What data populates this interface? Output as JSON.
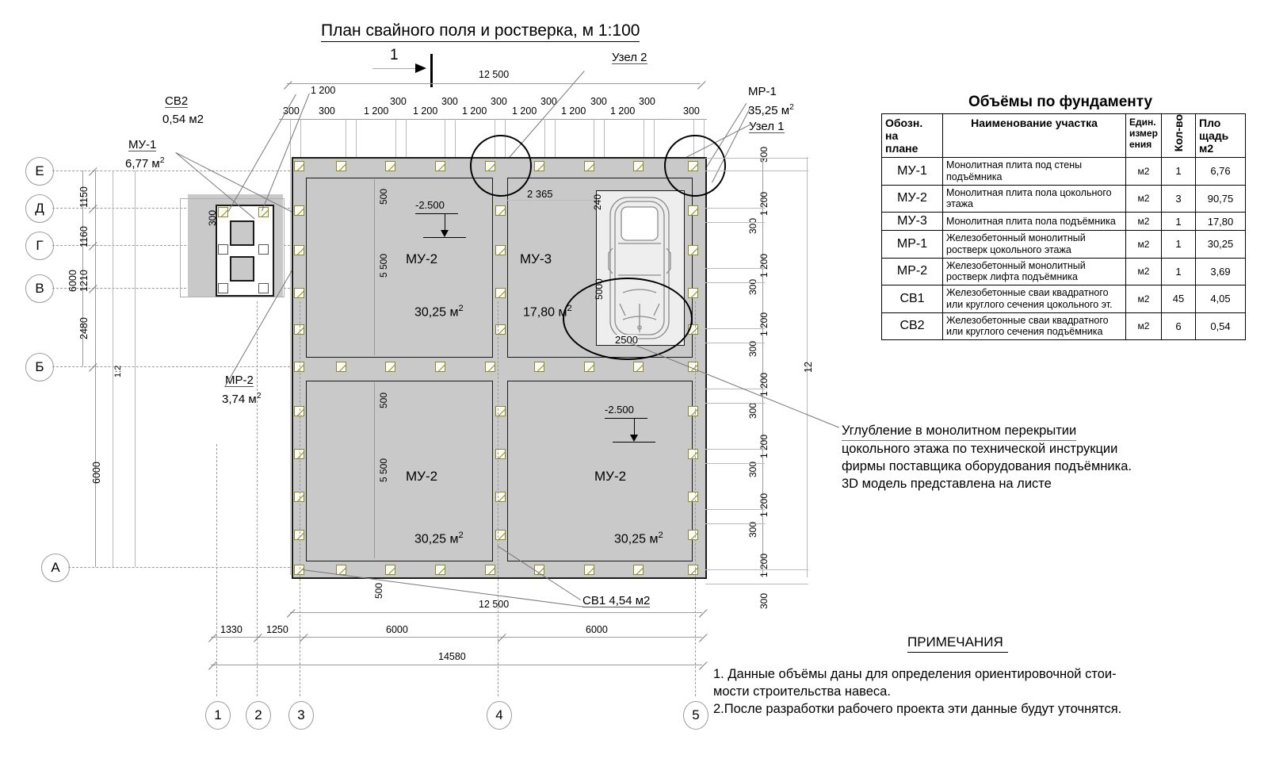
{
  "title": "План свайного поля и роcтверка, м 1:100",
  "section_marker": "1",
  "nodes": {
    "node2": "Узел 2",
    "node1": "Узел 1"
  },
  "plan_labels": {
    "sv2": {
      "code": "СВ2",
      "area": "0,54 м2"
    },
    "mu1": {
      "code": "МУ-1",
      "area": "6,77 м",
      "sup": "2"
    },
    "mr2": {
      "code": "МР-2",
      "area": "3,74 м",
      "sup": "2"
    },
    "mr1": {
      "code": "МР-1",
      "area": "35,25 м",
      "sup": "2"
    },
    "sv1": {
      "text": "СВ1  4,54 м2"
    }
  },
  "rooms": [
    {
      "code": "МУ-2",
      "area": "30,25 м",
      "sup": "2",
      "level": "-2.500",
      "v_dim_a": "500",
      "v_dim_b": "5 500"
    },
    {
      "code": "МУ-3",
      "area": "17,80 м",
      "sup": "2",
      "dim_top": "2 365",
      "dim_left": "5000",
      "dim_car_w": "240"
    },
    {
      "code": "МУ-2",
      "area": "30,25 м",
      "sup": "2",
      "v_dim_a": "500",
      "v_dim_b": "5 500"
    },
    {
      "code": "МУ-2",
      "area": "30,25 м",
      "sup": "2",
      "level": "-2.500"
    }
  ],
  "car": {
    "width_dim": "2500",
    "depth_dim": "5000",
    "offset_dim": "240"
  },
  "axes_vertical": [
    "Е",
    "Д",
    "Г",
    "В",
    "Б",
    "А"
  ],
  "axes_horizontal": [
    "1",
    "2",
    "3",
    "4",
    "5"
  ],
  "dims": {
    "top_overall": "12 500",
    "top_first": "1 200",
    "top_chain_300": [
      "300",
      "300",
      "300",
      "300",
      "300",
      "300",
      "300",
      "300",
      "300"
    ],
    "top_chain_1200": [
      "1 200",
      "1 200",
      "1 200",
      "1 200",
      "1 200",
      "1 200",
      "1 200"
    ],
    "left_group": [
      "1150",
      "1160",
      "1210",
      "2480"
    ],
    "left_6000_top": "6000",
    "left_6000_bottom": "6000",
    "left_300": "300",
    "left_1_2": "1:2",
    "right_overall": "12",
    "right_chain": [
      "300",
      "1 200",
      "300",
      "1 200",
      "300",
      "1 200",
      "300",
      "1 200",
      "300",
      "1 200",
      "300",
      "1 200",
      "300",
      "1 200",
      "300"
    ],
    "bottom_overall": "12 500",
    "bottom_total": "14580",
    "bottom_chain": [
      "1330",
      "1250",
      "6000",
      "6000"
    ],
    "bottom_500": "500",
    "plan_300": "300"
  },
  "table": {
    "title": "Объёмы по фундаменту",
    "headers": [
      "Обозн. на плане",
      "Наименование участка",
      "Един. измер ения",
      "Кол-во",
      "Пло щадь м2"
    ],
    "header_code_lines": [
      "Обозн.",
      "на",
      "плане"
    ],
    "header_unit_lines": [
      "Един.",
      "измер",
      "ения"
    ],
    "header_area_lines": [
      "Пло",
      "щадь",
      "м2"
    ],
    "rows": [
      {
        "code": "МУ-1",
        "name": "Монолитная плита под стены подъёмника",
        "unit": "м2",
        "qty": "1",
        "area": "6,76"
      },
      {
        "code": "МУ-2",
        "name": "Монолитная плита пола цокольного этажа",
        "unit": "м2",
        "qty": "3",
        "area": "90,75"
      },
      {
        "code": "МУ-3",
        "name": "Монолитная плита пола подъёмника",
        "unit": "м2",
        "qty": "1",
        "area": "17,80"
      },
      {
        "code": "МР-1",
        "name": "Железобетонный монолитный ростверк цокольного этажа",
        "unit": "м2",
        "qty": "1",
        "area": "30,25"
      },
      {
        "code": "МР-2",
        "name": "Железобетонный монолитный ростверк лифта подъёмника",
        "unit": "м2",
        "qty": "1",
        "area": "3,69"
      },
      {
        "code": "СВ1",
        "name": "Железобетонные сваи квадратного или круглого сечения цокольного эт.",
        "unit": "м2",
        "qty": "45",
        "area": "4,05"
      },
      {
        "code": "СВ2",
        "name": "Железобетонные сваи квадратного или круглого сечения подъёмника",
        "unit": "м2",
        "qty": "6",
        "area": "0,54"
      }
    ]
  },
  "callout": {
    "l1": "Углубление в монолитном перекрытии",
    "l2": "цокольного этажа по технической инструкции",
    "l3": "фирмы поставщика оборудования подъёмника.",
    "l4": "3D модель представлена на листе"
  },
  "notes": {
    "title": "ПРИМЕЧАНИЯ",
    "items": [
      "1. Данные объёмы даны для определения ориентировочной стои-",
      "мости строительства навеса.",
      "2.После разработки рабочего проекта эти данные будут уточнятся."
    ]
  },
  "colors": {
    "slab_fill": "#c9c9c9",
    "pile_stroke": "#8a8a32",
    "line": "#9b9b9b",
    "ink": "#000000"
  }
}
